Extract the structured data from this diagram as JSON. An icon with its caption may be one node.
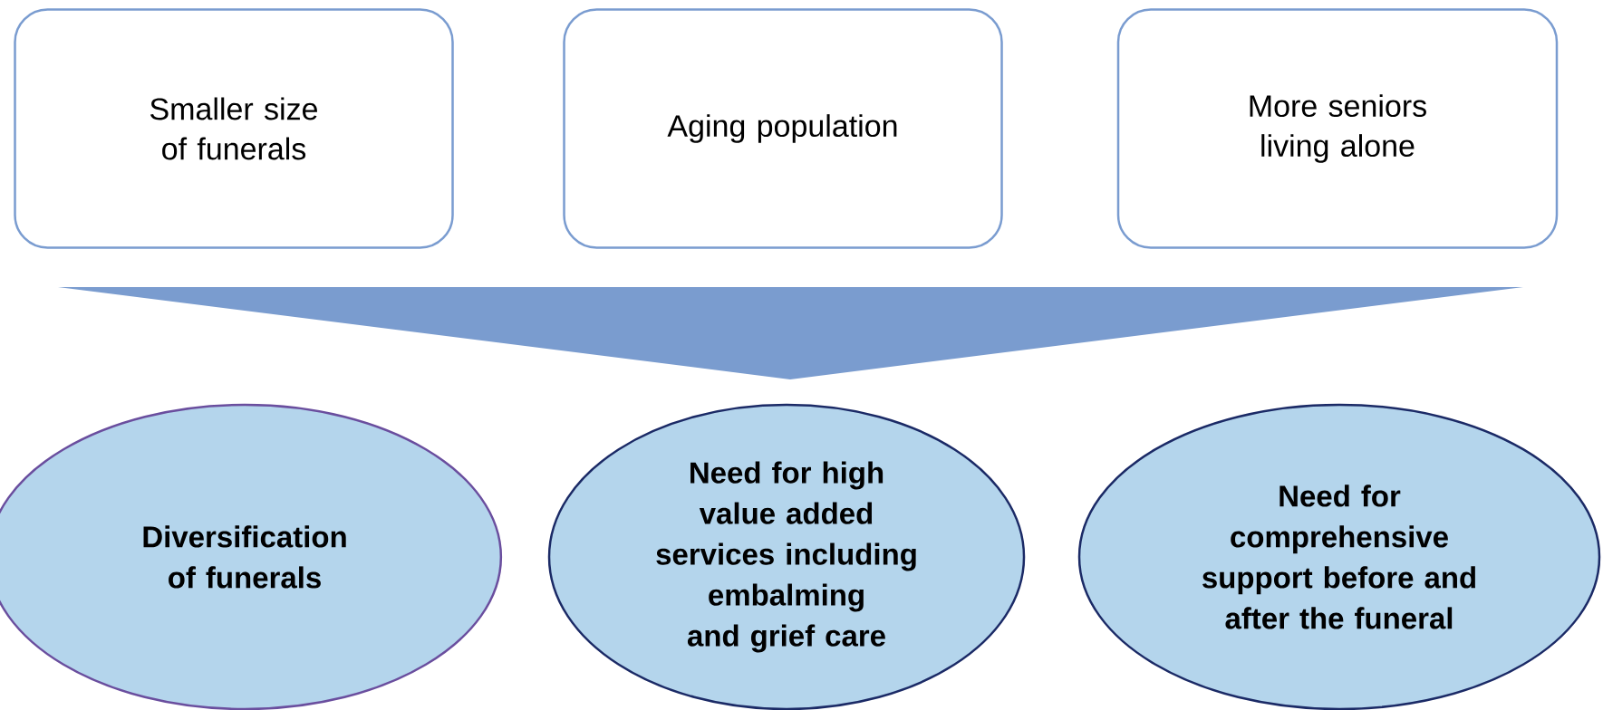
{
  "diagram": {
    "nodes": [
      {
        "text": [
          "Smaller size of funerals"
        ]
      },
      {
        "text": [
          "Aging population"
        ]
      },
      {
        "text": [
          "More seniors living alone"
        ]
      },
      {
        "text": [],
        "shape": "triangle"
      },
      {
        "text": [
          "Diversification of funerals"
        ]
      },
      {
        "text": [
          "Need for high value added services including embalming and grief care"
        ]
      },
      {
        "text": [
          "Need for comprehensive support before and after the funeral"
        ]
      }
    ]
  }
}
